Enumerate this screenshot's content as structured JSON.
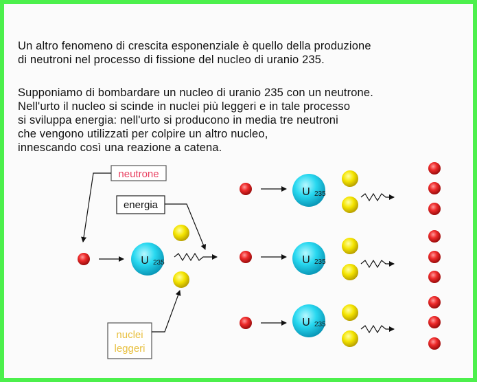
{
  "intro": {
    "lines": [
      "Un altro fenomeno di crescita esponenziale è quello della produzione",
      "di neutroni nel processo di fissione del nucleo di uranio 235."
    ]
  },
  "explanation": {
    "lines": [
      "Supponiamo di bombardare un nucleo di uranio 235 con un neutrone.",
      "Nell'urto il nucleo si scinde in nuclei più leggeri e in tale processo",
      "si sviluppa energia: nell'urto si producono in media tre neutroni",
      "che vengono utilizzati per colpire un altro nucleo,",
      "innescando così una reazione a catena."
    ]
  },
  "diagram": {
    "labels": {
      "neutrone": "neutrone",
      "energia": "energia",
      "nuclei_line1": "nuclei",
      "nuclei_line2": "leggeri"
    },
    "uranium": {
      "symbol": "U",
      "mass_number": "235"
    },
    "colors": {
      "frame": "#4cf04c",
      "neutron": "#e8202a",
      "uranium": "#22d8ee",
      "light_nuclei": "#f0e000",
      "neutrone_label": "#e84060",
      "nuclei_label": "#e8c040",
      "border": "#555555"
    }
  }
}
